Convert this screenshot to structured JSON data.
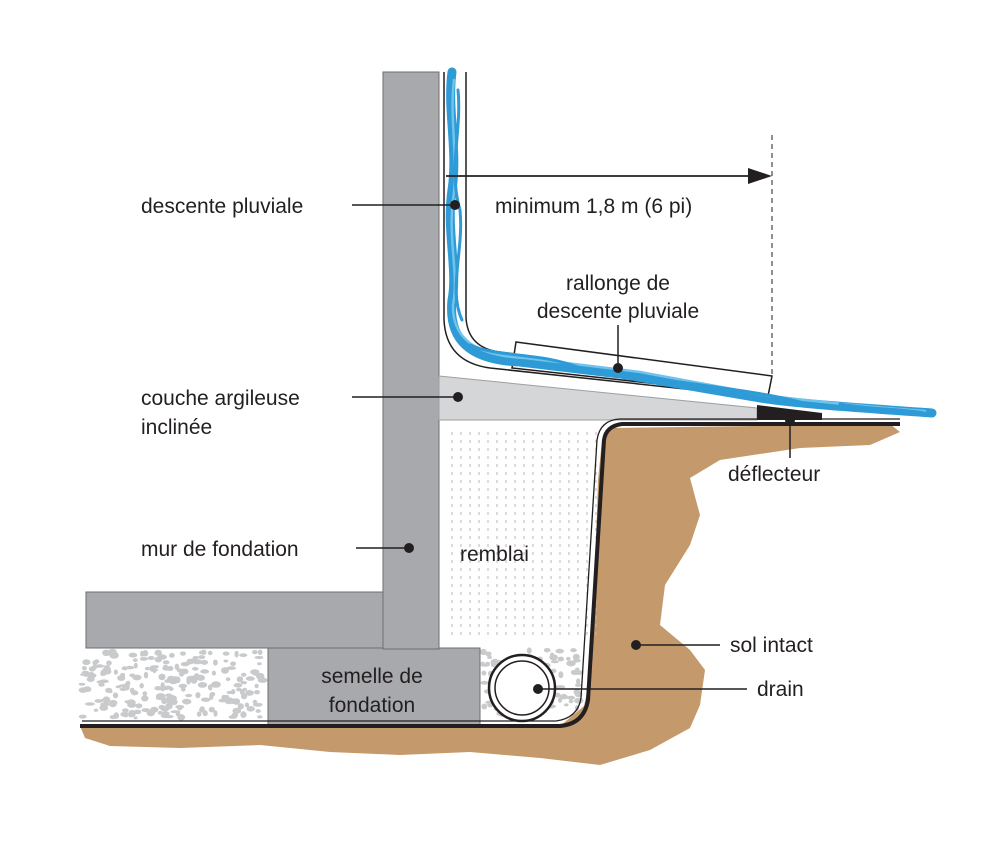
{
  "labels": {
    "downspout": "descente pluviale",
    "distance": "minimum 1,8 m (6 pi)",
    "extension_line1": "rallonge de",
    "extension_line2": "descente pluviale",
    "clay_line1": "couche argileuse",
    "clay_line2": "inclinée",
    "deflector": "déflecteur",
    "foundation_wall": "mur de fondation",
    "backfill": "remblai",
    "undisturbed_soil": "sol intact",
    "footing_line1": "semelle de",
    "footing_line2": "fondation",
    "drain": "drain"
  },
  "colors": {
    "concrete": "#a7a9ac",
    "clay_layer": "#d5d6d8",
    "soil": "#c49a6c",
    "water": "#2e9bd6",
    "water_light": "#6fc3ec",
    "gravel": "#c9cacc",
    "line": "#231f20"
  }
}
